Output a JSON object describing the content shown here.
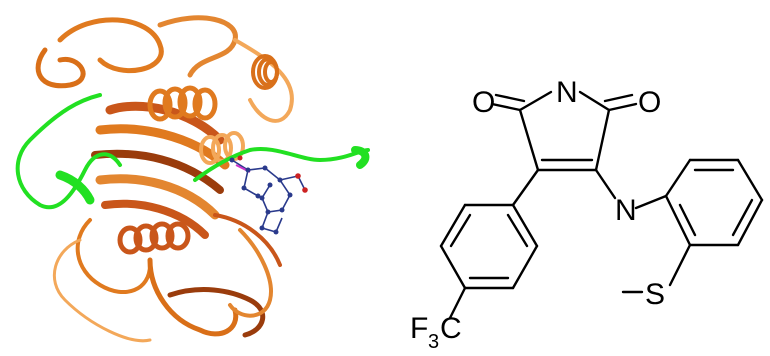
{
  "colors": {
    "ribbon_orange": "#e07a1f",
    "ribbon_dark": "#9a3c0c",
    "ribbon_light": "#f3a85a",
    "loop_green": "#22e022",
    "ligand_blue": "#2a3a8c",
    "ligand_red": "#cc2222",
    "ligand_magenta": "#cc33cc",
    "structure_ink": "#000000"
  },
  "structure": {
    "atoms": {
      "imide_n": "N",
      "oxygen_left": "O",
      "oxygen_right": "O",
      "amine_n": "N",
      "sulfur": "S",
      "trifluoromethyl_main": "F",
      "trifluoromethyl_sub": "3",
      "trifluoromethyl_carbon": "C"
    }
  }
}
